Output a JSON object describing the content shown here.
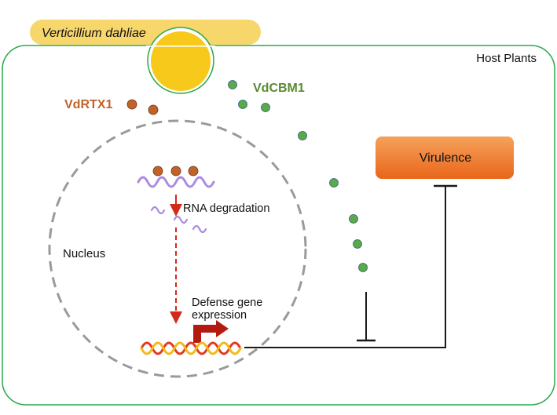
{
  "labels": {
    "pathogen": "Verticillium dahliae",
    "host": "Host Plants",
    "effector_rtx": "VdRTX1",
    "effector_cbm": "VdCBM1",
    "virulence": "Virulence",
    "rna_degradation": "RNA degradation",
    "nucleus": "Nucleus",
    "defense_line1": "Defense gene",
    "defense_line2": "expression"
  },
  "colors": {
    "host_border": "#2aa84a",
    "pathogen_banner": "#f7d66c",
    "pathogen_cell": "#f6c91a",
    "rtx_dot": "#c0622a",
    "rtx_text": "#c0622a",
    "cbm_dot": "#5aab46",
    "cbm_text": "#5a8a32",
    "cbm_dot_stroke": "#2f5f8a",
    "rna": "#a98ce0",
    "nucleus_border": "#9a9a9a",
    "arrow_red": "#d42a1a",
    "dna_red": "#e23a20",
    "dna_yellow": "#f3b91c",
    "promoter_arrow": "#b51a10",
    "virulence_box_top": "#f6a15a",
    "virulence_box_bottom": "#e8661a",
    "inhibit_line": "#1a1a1a"
  },
  "icons": [
    "pathogen-cell-icon",
    "effector-dot-icon",
    "rna-strand-icon",
    "dna-helix-icon",
    "promoter-arrow-icon",
    "inhibition-bar-icon"
  ]
}
